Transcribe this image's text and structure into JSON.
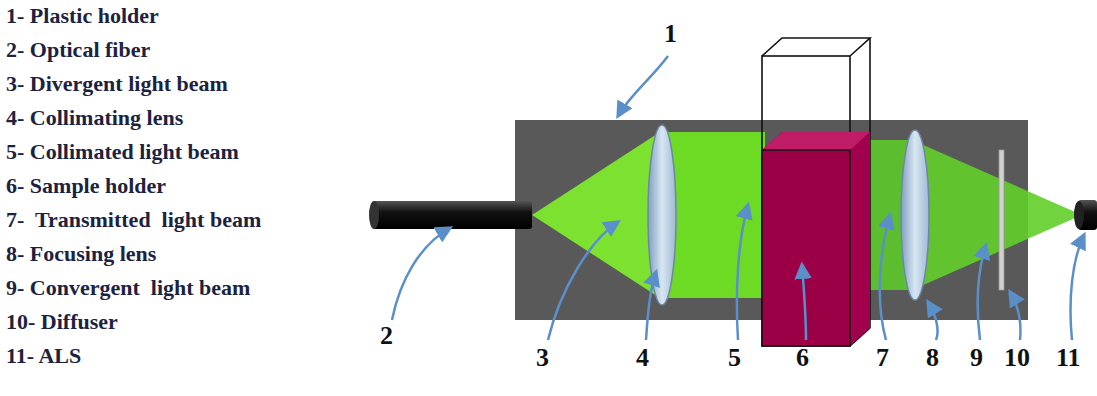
{
  "diagram": {
    "labels": [
      "1- Plastic holder",
      "2- Optical fiber",
      "3- Divergent light beam",
      "4- Collimating lens",
      "5- Collimated light beam",
      "6- Sample holder",
      "7-  Transmitted  light beam",
      "8- Focusing lens",
      "9- Convergent  light beam",
      "10- Diffuser",
      "11- ALS",
      "1",
      "2",
      "3",
      "4",
      "5",
      "6",
      "7",
      "8",
      "9",
      "10",
      "11"
    ]
  }
}
